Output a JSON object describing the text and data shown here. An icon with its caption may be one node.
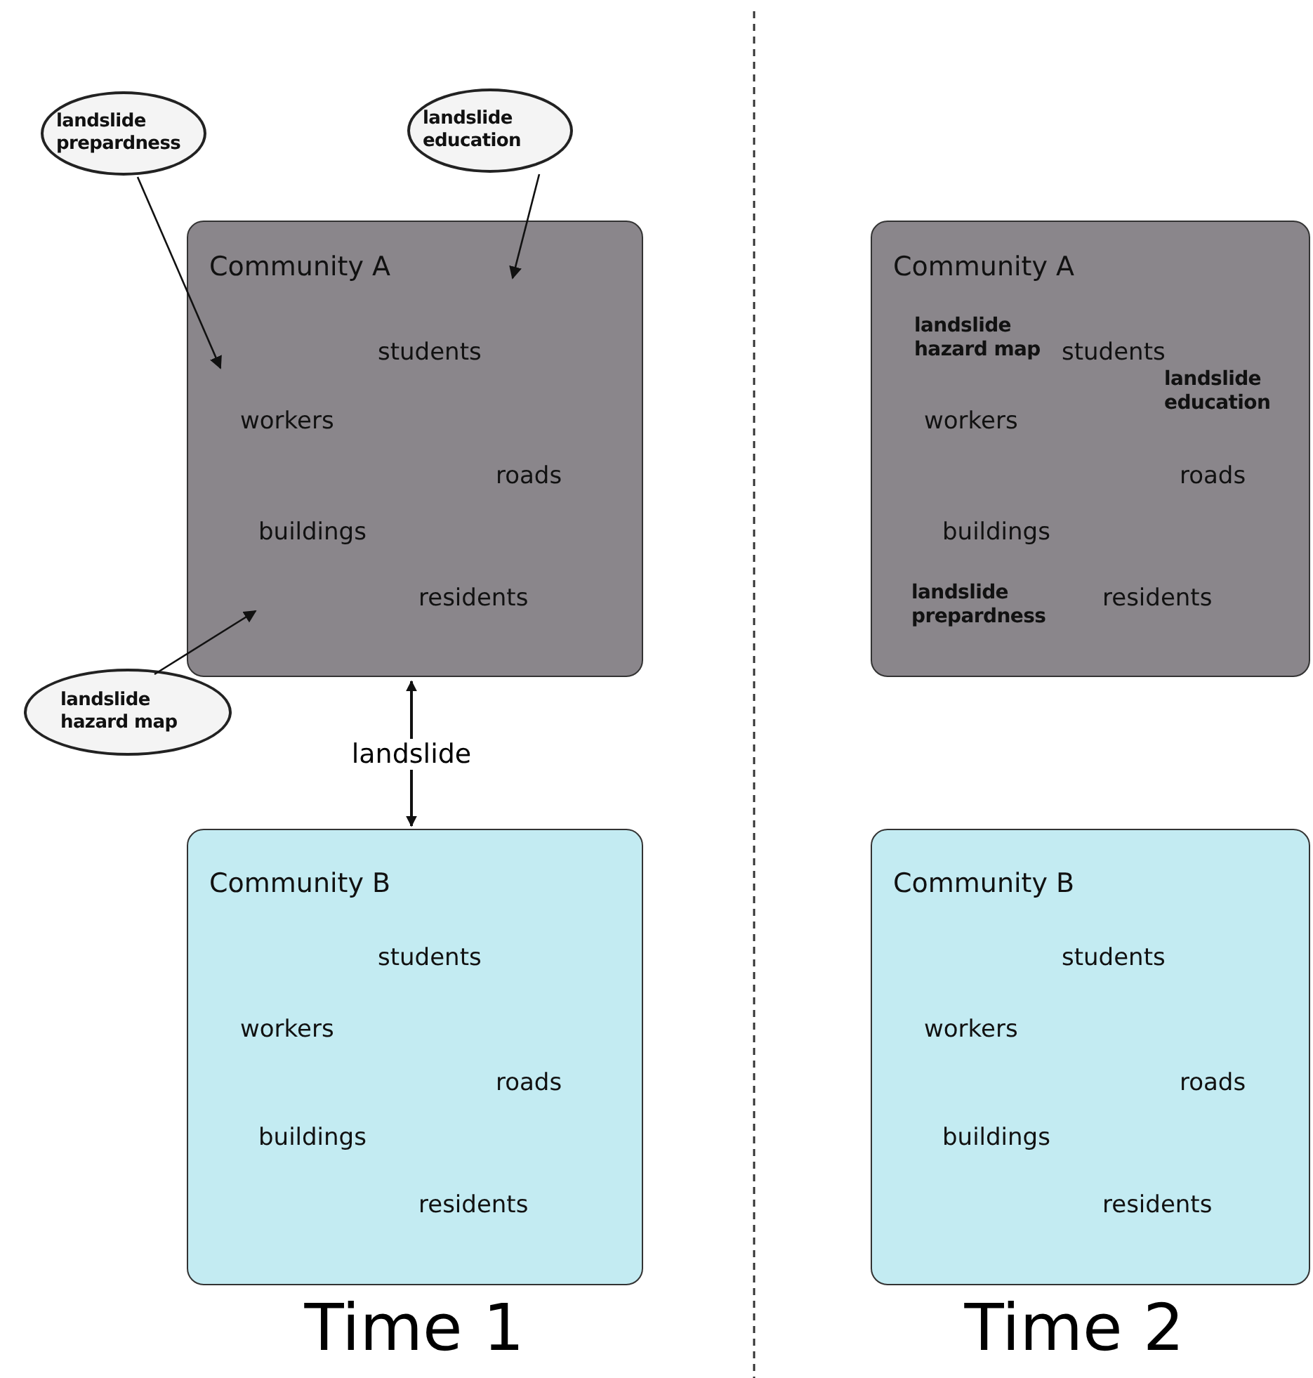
{
  "diagram": {
    "nodes": [
      {
        "text": [
          "landslide prepardness"
        ]
      },
      {
        "text": [
          "landslide education"
        ]
      },
      {
        "text": [
          "Community A",
          "students",
          "workers",
          "roads",
          "buildings",
          "residents"
        ]
      },
      {
        "text": [
          "Community A",
          "landslide hazard map",
          "students",
          "landslide education",
          "workers",
          "roads",
          "buildings",
          "landslide prepardness",
          "residents"
        ]
      },
      {
        "text": [
          "landslide hazard map"
        ]
      },
      {
        "text": [
          "Community B",
          "students",
          "workers",
          "roads",
          "buildings",
          "residents"
        ]
      },
      {
        "text": [
          "Community B",
          "students",
          "workers",
          "roads",
          "buildings",
          "residents"
        ]
      }
    ],
    "edges": [
      {
        "from": 0,
        "to": 2,
        "arrow": "to"
      },
      {
        "from": 1,
        "to": 2,
        "arrow": "to"
      },
      {
        "from": 4,
        "to": 2,
        "arrow": "to"
      },
      {
        "from": 2,
        "to": 5,
        "arrow": "both",
        "label": "landslide"
      }
    ],
    "labels": [
      "Time 1",
      "Time 2"
    ]
  }
}
